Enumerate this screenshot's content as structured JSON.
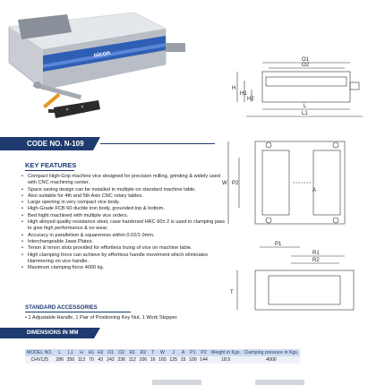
{
  "brand": "nicon",
  "code_no": "CODE NO. N-109",
  "key_features": {
    "heading": "KEY FEATURES",
    "items": [
      "Compact High-Grip machine vice designed for precision milling, grinding & widely used with CNC machining center.",
      "Space saving design can be installed in multiple on standard machine table.",
      "Also suitable for 4th and 5th  Axis CNC rotary tables.",
      "Large opening in very compact vice body.",
      "High-Grade FCB 60 ductile iron body, grounded top & bottom.",
      "Bed hight machined with multiple vice orders.",
      "High alloyed quality resistance steel, case hardened HRC 60± 2 is used in clamping jaws to give high performance & no wear.",
      "Accuracy in parallelism & squareness within 0.02/1 0mm.",
      "Interchangeable Jaws Plates.",
      "Tenon & tenon slots provided for effortless truing of vice on machine table.",
      "High clamping force can achieve by effortless handle movement which eliminates Hammering on vice handle.",
      "Maximum clamping force 4000 kg."
    ]
  },
  "standard_accessories": {
    "heading": "STANDARD ACCESSORIES",
    "text": "• 1 Adjustable Handle, 1 Pair of Positioning Key Nut, 1 Work Stopper."
  },
  "dimensions": {
    "heading": "DIMENSIONS IN MM",
    "columns": [
      "MODEL NO.",
      "L",
      "L1",
      "H",
      "H1",
      "H2",
      "O1",
      "O2",
      "R1",
      "R2",
      "T",
      "W",
      "J",
      "A",
      "P1",
      "P2",
      "Weight in Kgs.",
      "Clamping pressure in Kgs."
    ],
    "rows": [
      [
        "CHV125",
        "286",
        "350",
        "113",
        "70",
        "43",
        "242",
        "236",
        "112",
        "106",
        "16",
        "165",
        "125",
        "15",
        "100",
        "144",
        "18.5",
        "4000"
      ]
    ]
  },
  "drawing_labels": {
    "top": [
      "O1",
      "O2",
      "H",
      "H1",
      "H2",
      "L",
      "L1"
    ],
    "plan": [
      "W",
      "P2",
      "P1",
      "A"
    ],
    "bottom": [
      "R1",
      "R2",
      "T"
    ]
  },
  "colors": {
    "accent": "#1f3b70",
    "table_head": "#cfdbef",
    "table_row": "#eef2f8",
    "vice_blue": "#2f5fb5"
  }
}
